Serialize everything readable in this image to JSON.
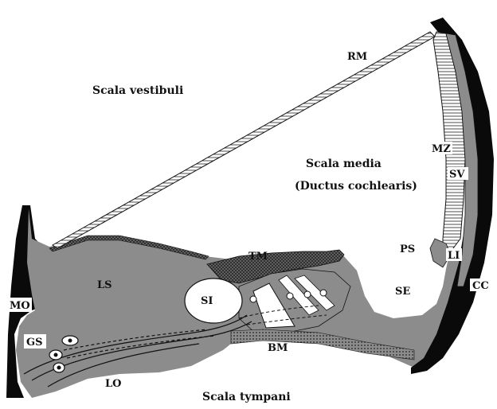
{
  "regions": {
    "scala_vestibuli": "Scala vestibuli",
    "scala_media": "Scala media",
    "ductus": "(Ductus cochlearis)",
    "scala_tympani": "Scala tympani"
  },
  "labels": {
    "rm": "RM",
    "mz": "MZ",
    "sv": "SV",
    "ps": "PS",
    "li": "LI",
    "cc": "CC",
    "tm": "TM",
    "se": "SE",
    "si": "SI",
    "ls": "LS",
    "mo": "MO",
    "gs": "GS",
    "bm": "BM",
    "lo": "LO"
  },
  "colors": {
    "tissue_gray": "#8c8c8c",
    "bone_black": "#0a0a0a",
    "background": "#ffffff"
  }
}
